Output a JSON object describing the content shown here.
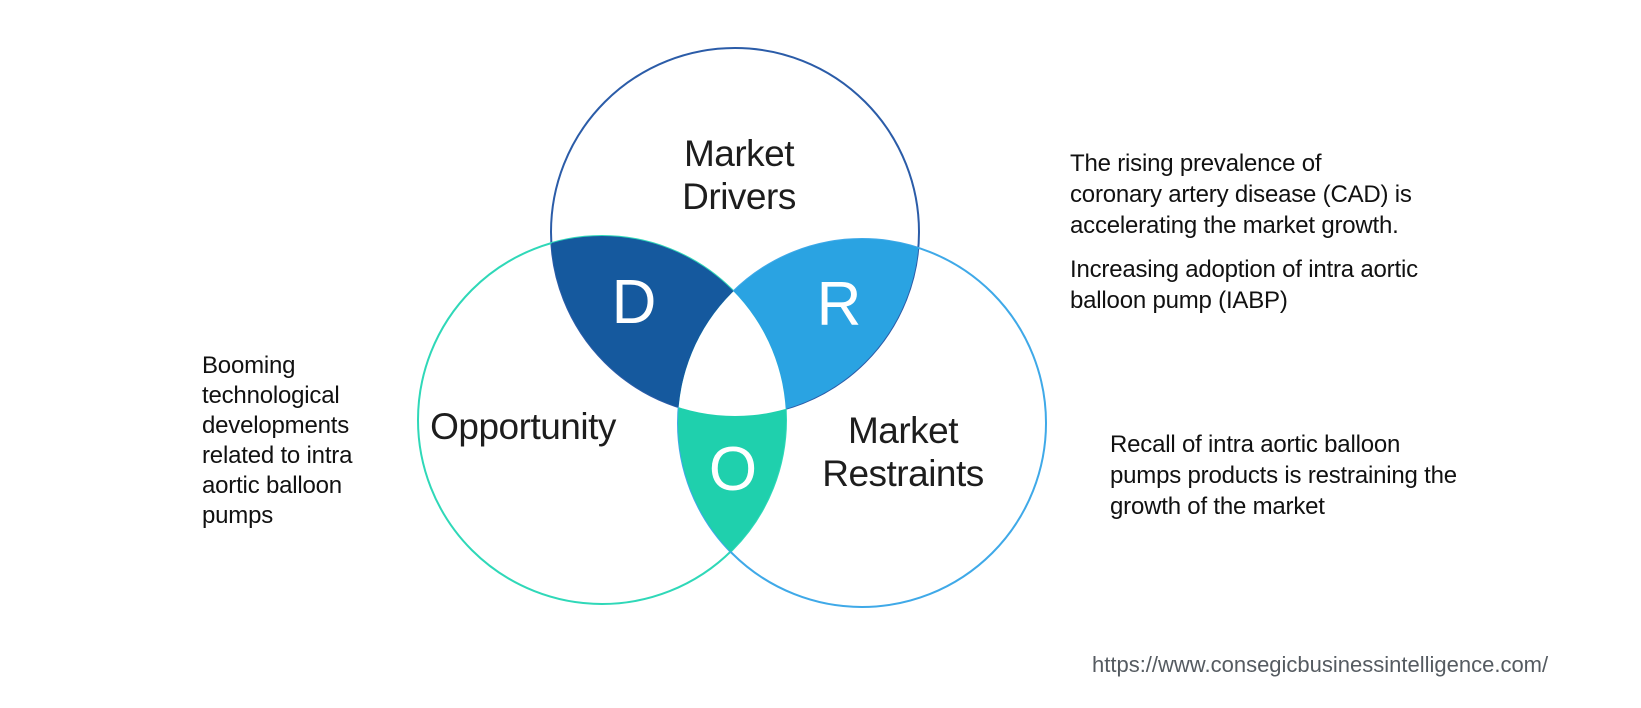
{
  "venn": {
    "drivers": {
      "label": "Market\nDrivers",
      "letter": "D"
    },
    "opportunity": {
      "label": "Opportunity",
      "letter": "O"
    },
    "restraints": {
      "label": "Market\nRestraints",
      "letter": "R"
    },
    "colors": {
      "drivers_outline": "#2b5ca8",
      "opportunity_outline": "#2fd8b8",
      "restraints_outline": "#3fa9e8",
      "drivers_lens_fill": "#15599e",
      "restraints_lens_fill": "#2aa3e2",
      "opportunity_lens_fill": "#1fd0ad"
    }
  },
  "left_panel": {
    "bullets": [
      "Booming\ntechnological\ndevelopments\nrelated to intra\naortic balloon\npumps"
    ]
  },
  "right_top_panel": {
    "bullets": [
      "The rising prevalence of\ncoronary artery disease (CAD) is\naccelerating the market growth.",
      "Increasing adoption of intra aortic\nballoon pump (IABP)"
    ]
  },
  "right_bottom_panel": {
    "bullets": [
      "Recall of intra aortic balloon\npumps products is restraining the\ngrowth of the market"
    ]
  },
  "footer": {
    "url": "https://www.consegicbusinessintelligence.com/"
  }
}
